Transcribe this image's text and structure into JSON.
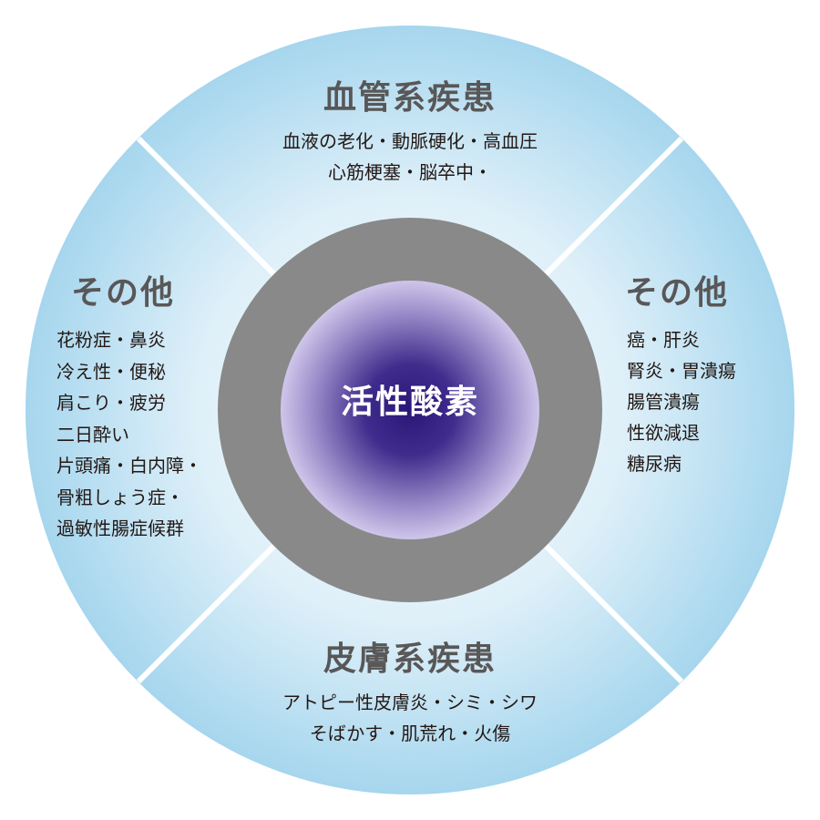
{
  "center": {
    "label": "活性酸素"
  },
  "top": {
    "title": "血管系疾患",
    "lines": [
      "血液の老化・動脈硬化・高血圧",
      "心筋梗塞・脳卒中・"
    ]
  },
  "bottom": {
    "title": "皮膚系疾患",
    "lines": [
      "アトピー性皮膚炎・シミ・シワ",
      "そばかす・肌荒れ・火傷"
    ]
  },
  "left": {
    "title": "その他",
    "lines": [
      "花粉症・鼻炎",
      "冷え性・便秘",
      "肩こり・疲労",
      "二日酔い",
      "片頭痛・白内障・",
      "骨粗しょう症・",
      "過敏性腸症候群"
    ]
  },
  "right": {
    "title": "その他",
    "lines": [
      "癌・肝炎",
      "腎炎・胃潰瘍",
      "腸管潰瘍",
      "性欲減退",
      "糖尿病"
    ]
  },
  "colors": {
    "outer_edge": "#a6d6ee",
    "outer_center": "#eef7fc",
    "ring": "#898989",
    "core_center": "#2a1a7a",
    "core_edge": "#c8bfe6"
  }
}
